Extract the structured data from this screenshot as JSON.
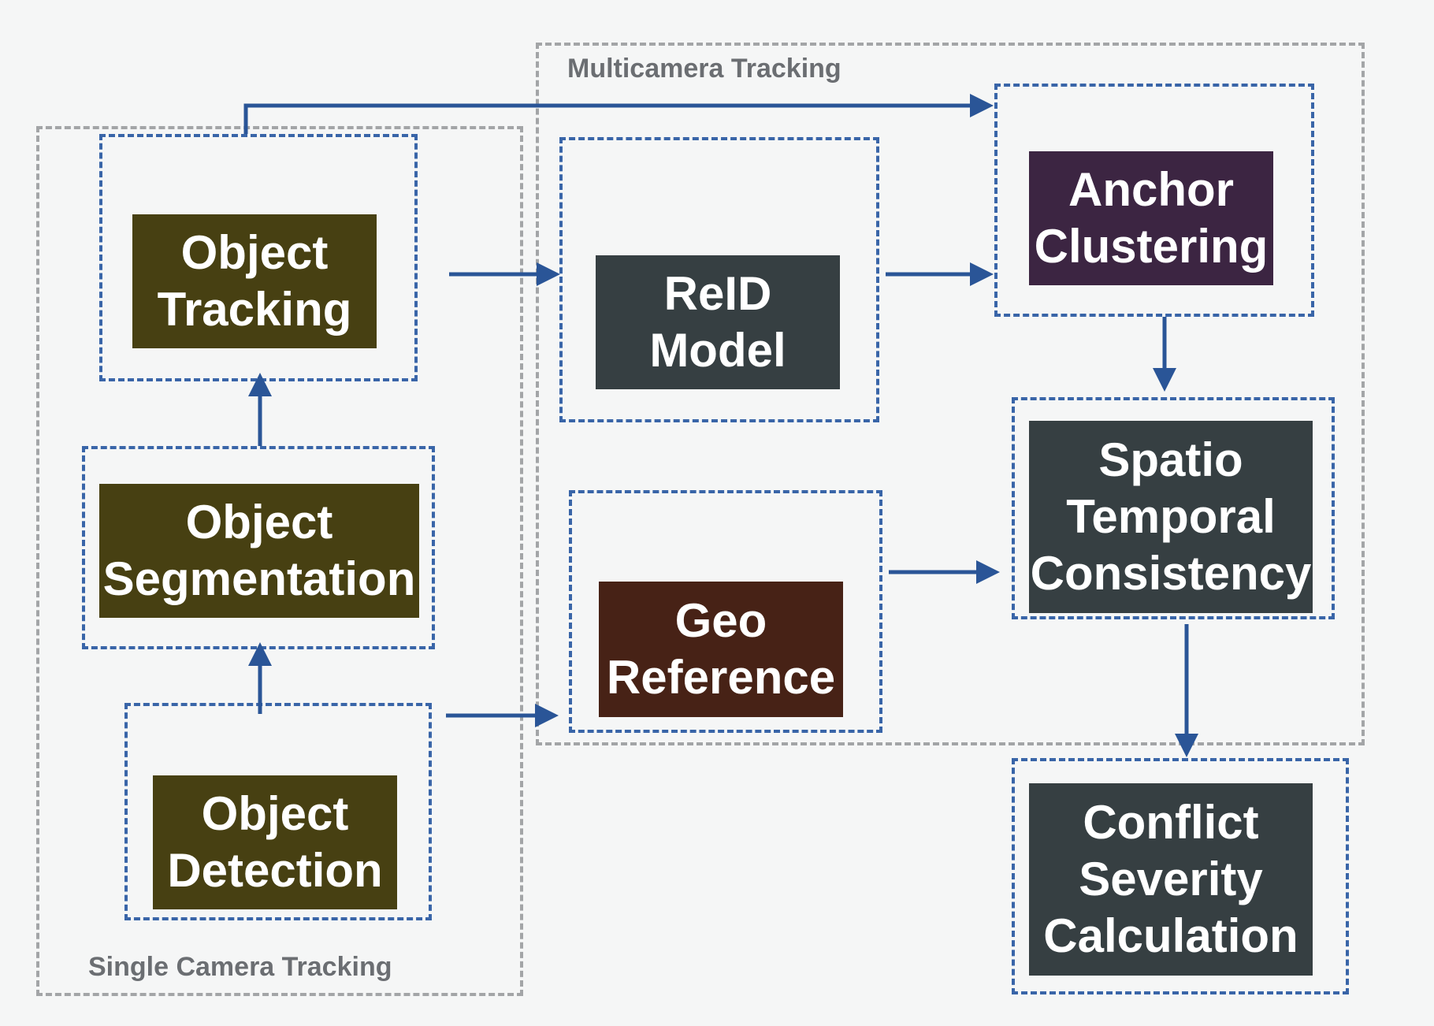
{
  "groups": {
    "single_camera": {
      "label": "Single Camera Tracking"
    },
    "multicamera": {
      "label": "Multicamera Tracking"
    }
  },
  "nodes": {
    "object_tracking": {
      "label": "Object\nTracking",
      "color": "#474012"
    },
    "object_segmentation": {
      "label": "Object\nSegmentation",
      "color": "#474012"
    },
    "object_detection": {
      "label": "Object\nDetection",
      "color": "#474012"
    },
    "reid_model": {
      "label": "ReID\nModel",
      "color": "#363f42"
    },
    "geo_reference": {
      "label": "Geo\nReference",
      "color": "#472216"
    },
    "anchor_clustering": {
      "label": "Anchor\nClustering",
      "color": "#3c2542"
    },
    "spatio_temporal": {
      "label": "Spatio\nTemporal\nConsistency",
      "color": "#363f42"
    },
    "conflict_severity": {
      "label": "Conflict\nSeverity\nCalculation",
      "color": "#363f42"
    }
  },
  "edges": [
    {
      "from": "object_detection",
      "to": "object_segmentation"
    },
    {
      "from": "object_segmentation",
      "to": "object_tracking"
    },
    {
      "from": "object_tracking",
      "to": "reid_model"
    },
    {
      "from": "object_tracking",
      "to": "anchor_clustering"
    },
    {
      "from": "object_detection",
      "to": "geo_reference"
    },
    {
      "from": "reid_model",
      "to": "anchor_clustering"
    },
    {
      "from": "anchor_clustering",
      "to": "spatio_temporal"
    },
    {
      "from": "geo_reference",
      "to": "spatio_temporal"
    },
    {
      "from": "spatio_temporal",
      "to": "conflict_severity"
    }
  ],
  "colors": {
    "stage_border": "#3965a8",
    "group_border": "#a3a5a7",
    "arrow": "#2a5597",
    "background": "#f5f6f6"
  }
}
